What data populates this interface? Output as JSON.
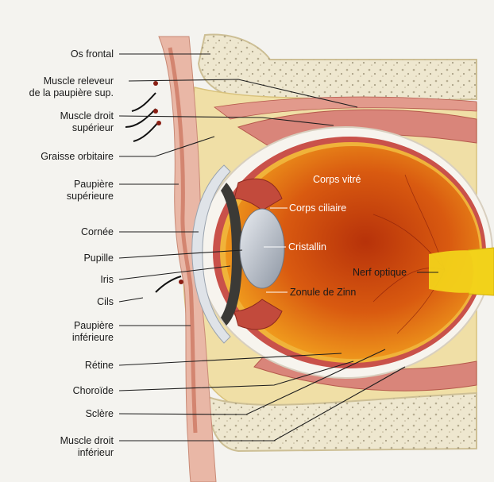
{
  "labels_left": {
    "os_frontal": "Os frontal",
    "muscle_releveur_1": "Muscle releveur",
    "muscle_releveur_2": "de la paupière sup.",
    "muscle_droit_sup_1": "Muscle droit",
    "muscle_droit_sup_2": "supérieur",
    "graisse_orbitaire": "Graisse orbitaire",
    "paupiere_sup_1": "Paupière",
    "paupiere_sup_2": "supérieure",
    "cornee": "Cornée",
    "pupille": "Pupille",
    "iris": "Iris",
    "cils": "Cils",
    "paupiere_inf_1": "Paupière",
    "paupiere_inf_2": "inférieure",
    "retine": "Rétine",
    "choroide": "Choroïde",
    "sclere": "Sclère",
    "muscle_droit_inf_1": "Muscle droit",
    "muscle_droit_inf_2": "inférieur"
  },
  "labels_inner": {
    "corps_vitre": "Corps vitré",
    "corps_ciliaire": "Corps ciliaire",
    "cristallin": "Cristallin",
    "nerf_optique": "Nerf optique",
    "zonule": "Zonule de Zinn"
  },
  "colors": {
    "background": "#f4f3ef",
    "fat": "#f0dfa6",
    "bone": "#eee7cf",
    "muscle": "#d9857a",
    "vitreous_center": "#c9400b",
    "vitreous_edge": "#f0a21c",
    "nerve": "#f2d21a",
    "lens": "#c9ced6"
  }
}
